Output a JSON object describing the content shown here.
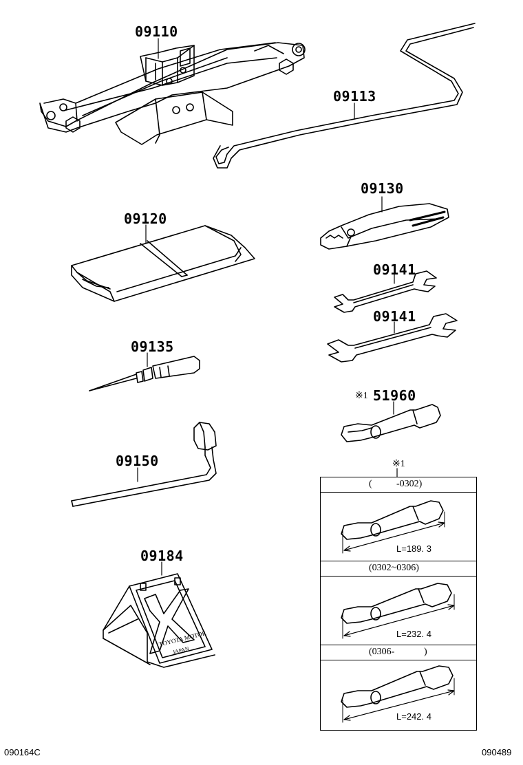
{
  "parts": {
    "p09110": "09110",
    "p09113": "09113",
    "p09120": "09120",
    "p09130": "09130",
    "p09141a": "09141",
    "p09141b": "09141",
    "p09135": "09135",
    "p51960_mark": "※1",
    "p51960": "51960",
    "p09150": "09150",
    "p09184": "09184"
  },
  "jack_stand_text": {
    "line1": "TOYOTA MOTOR",
    "line2": "JAPAN"
  },
  "note_table": {
    "mark": "※1",
    "rows": [
      {
        "range_start": "(",
        "range_end": "-0302)",
        "length": "L=189. 3"
      },
      {
        "range": "(0302~0306)",
        "length": "L=232. 4"
      },
      {
        "range_start": "(0306-",
        "range_end": ")",
        "length": "L=242. 4"
      }
    ]
  },
  "footer": {
    "left_code": "090164C",
    "right_code": "090489"
  }
}
